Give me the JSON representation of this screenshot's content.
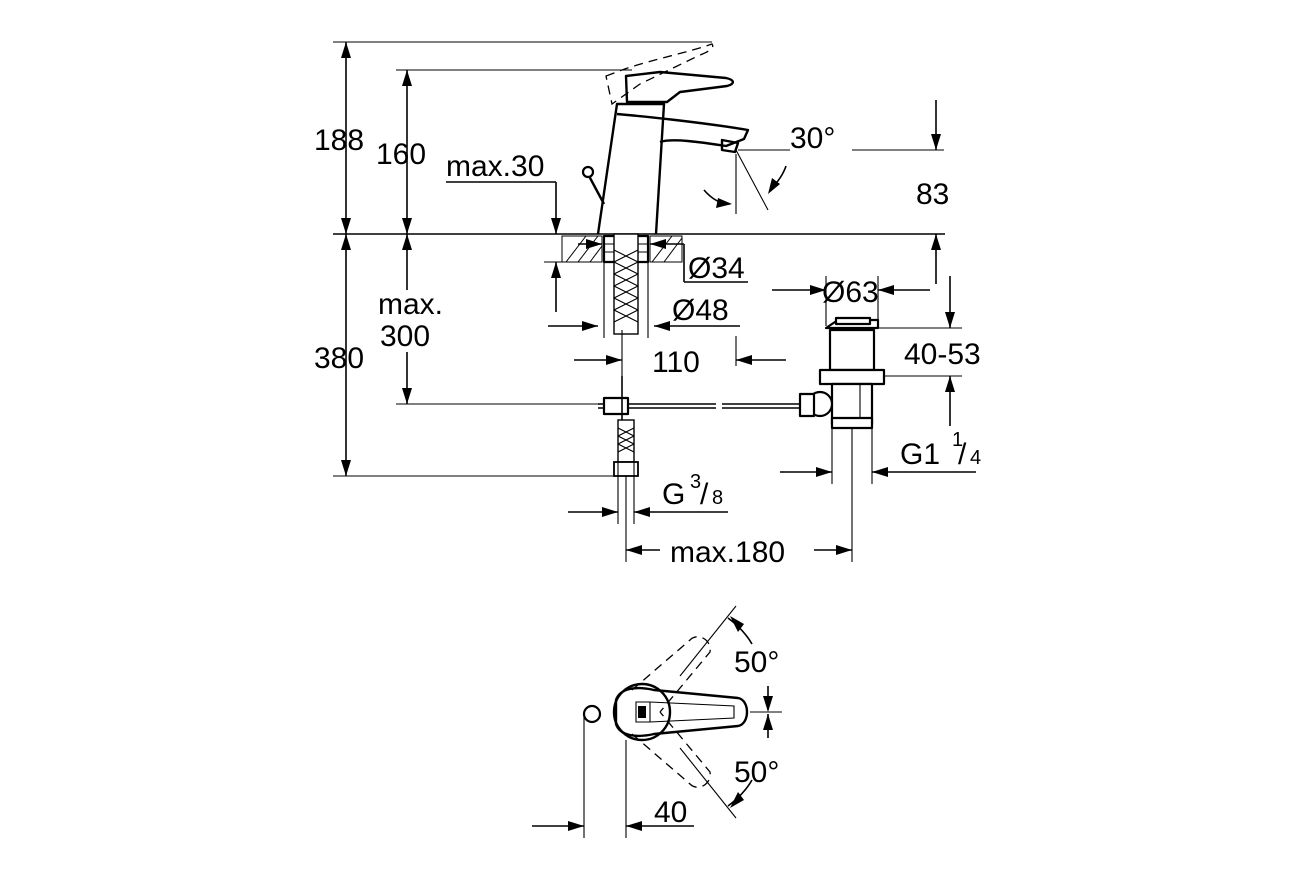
{
  "labels": {
    "h188": "188",
    "h160": "160",
    "max30": "max.30",
    "angle30": "30°",
    "h83": "83",
    "d34": "Ø34",
    "d48": "Ø48",
    "d63": "Ø63",
    "max300_line1": "max.",
    "max300_line2": "300",
    "h380": "380",
    "w110": "110",
    "r4053": "40-53",
    "g114_main": "G1",
    "g114_num": "1",
    "g114_den": "4",
    "g38_main": "G",
    "g38_num": "3",
    "g38_den": "8",
    "max180": "max.180",
    "angle50_top": "50°",
    "angle50_bottom": "50°",
    "w40": "40"
  }
}
